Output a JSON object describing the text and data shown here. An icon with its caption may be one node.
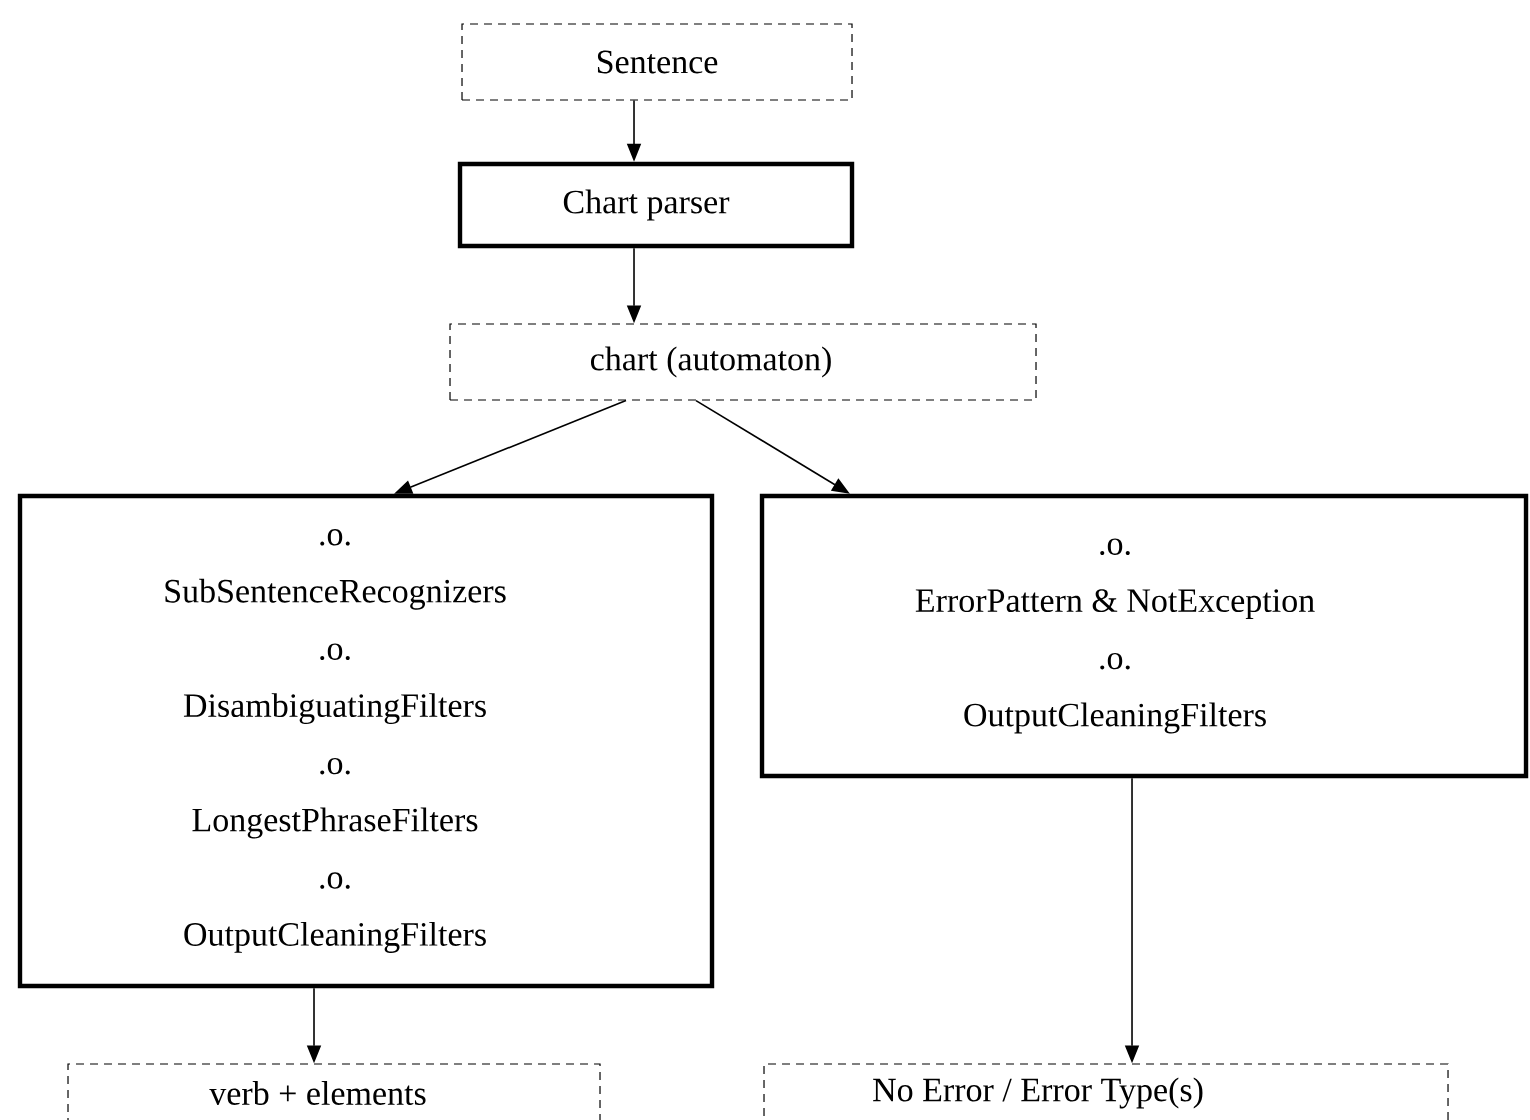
{
  "diagram": {
    "nodes": [
      {
        "text": [
          "Sentence"
        ]
      },
      {
        "text": [
          "Chart parser"
        ]
      },
      {
        "text": [
          "chart (automaton)"
        ]
      },
      {
        "text": [
          ".o.",
          "SubSentenceRecognizers",
          ".o.",
          "DisambiguatingFilters",
          ".o.",
          "LongestPhraseFilters",
          ".o.",
          "OutputCleaningFilters"
        ]
      },
      {
        "text": [
          ".o.",
          "ErrorPattern & NotException",
          ".o.",
          "OutputCleaningFilters"
        ]
      },
      {
        "text": [
          "verb + elements"
        ]
      },
      {
        "text": [
          "No Error / Error Type(s)"
        ]
      }
    ],
    "edges": [
      {
        "from": 0,
        "to": 1,
        "arrow": "to"
      },
      {
        "from": 1,
        "to": 2,
        "arrow": "to"
      },
      {
        "from": 2,
        "to": 3,
        "arrow": "to"
      },
      {
        "from": 2,
        "to": 4,
        "arrow": "to"
      },
      {
        "from": 3,
        "to": 5,
        "arrow": "to"
      },
      {
        "from": 4,
        "to": 6,
        "arrow": "to"
      }
    ]
  }
}
